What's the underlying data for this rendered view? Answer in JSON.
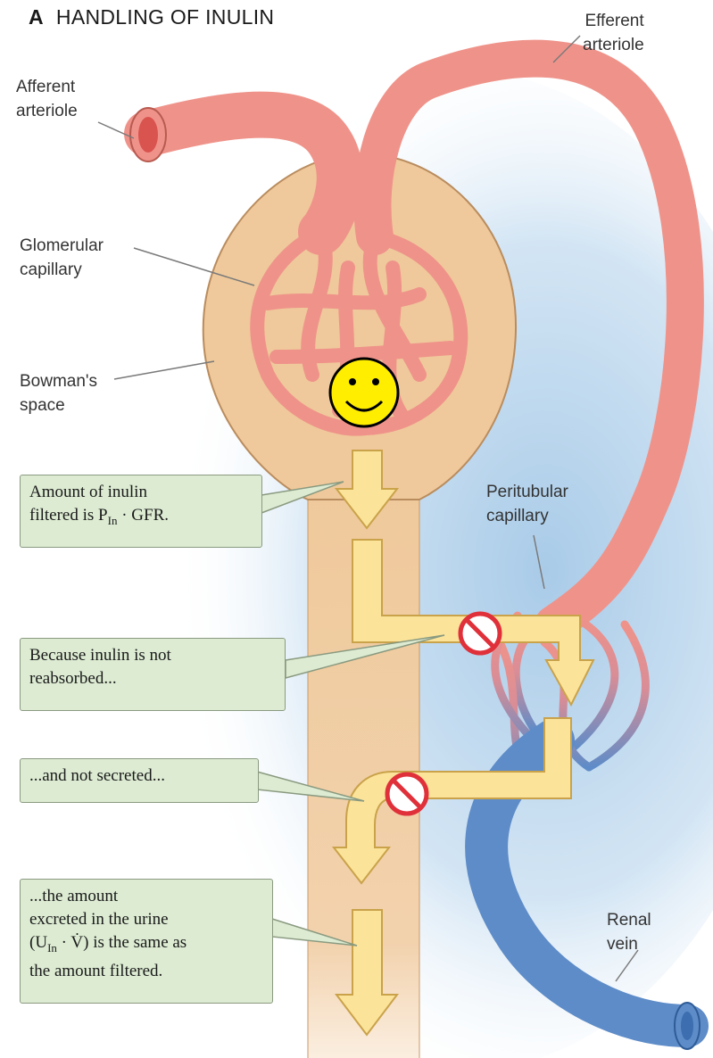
{
  "title": {
    "letter": "A",
    "text": "HANDLING OF INULIN"
  },
  "labels": {
    "afferent": [
      "Afferent",
      "arteriole"
    ],
    "efferent": [
      "Efferent",
      "arteriole"
    ],
    "glomerular": [
      "Glomerular",
      "capillary"
    ],
    "bowman": [
      "Bowman's",
      "space"
    ],
    "peritubular": [
      "Peritubular",
      "capillary"
    ],
    "renal": [
      "Renal",
      "vein"
    ]
  },
  "boxes": {
    "filtered": [
      "Amount of inulin",
      "filtered is P In · GFR."
    ],
    "filtered_parts": {
      "pre": "filtered is P",
      "sub": "In",
      "post": " · GFR."
    },
    "reabsorbed": [
      "Because inulin is not",
      "reabsorbed..."
    ],
    "secreted": [
      "...and not secreted..."
    ],
    "excreted": [
      "...the amount",
      "excreted in the urine",
      "(UIn · V̇) is the same as",
      "the amount filtered."
    ],
    "excreted_parts": {
      "pre": "(U",
      "sub": "In",
      "mid": " · ",
      "v": "V̇",
      "post": ") is the same as"
    }
  },
  "colors": {
    "artery": "#f09a8e",
    "artery_dark": "#c8594f",
    "vein": "#5e8cc8",
    "capsule": "#efc99b",
    "arrow": "#fbe39a",
    "box_bg": "#dcebd2",
    "block": "#e0303a"
  }
}
